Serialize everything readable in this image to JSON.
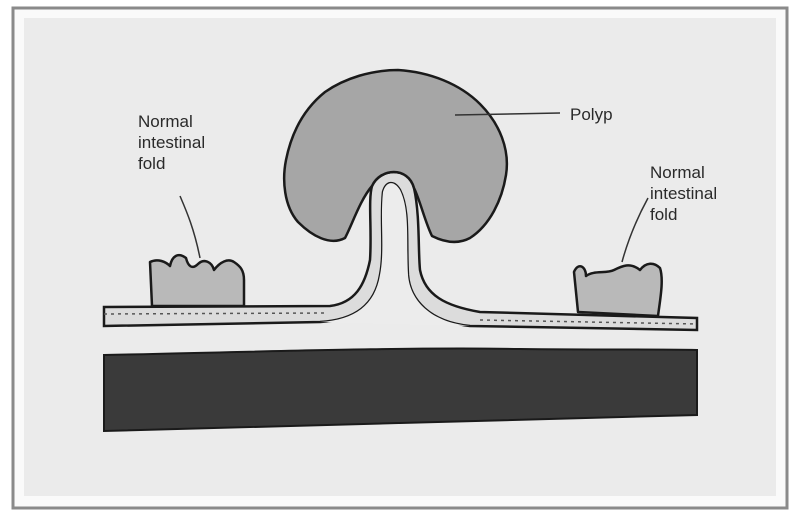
{
  "labels": {
    "polyp": "Polyp",
    "fold_left": "Normal\nintestinal\nfold",
    "fold_right": "Normal\nintestinal\nfold"
  },
  "colors": {
    "background": "#ebebeb",
    "polyp_fill": "#a6a6a6",
    "fold_fill": "#b9b9b9",
    "muscle_band": "#3a3a3a",
    "outline": "#1a1a1a"
  }
}
